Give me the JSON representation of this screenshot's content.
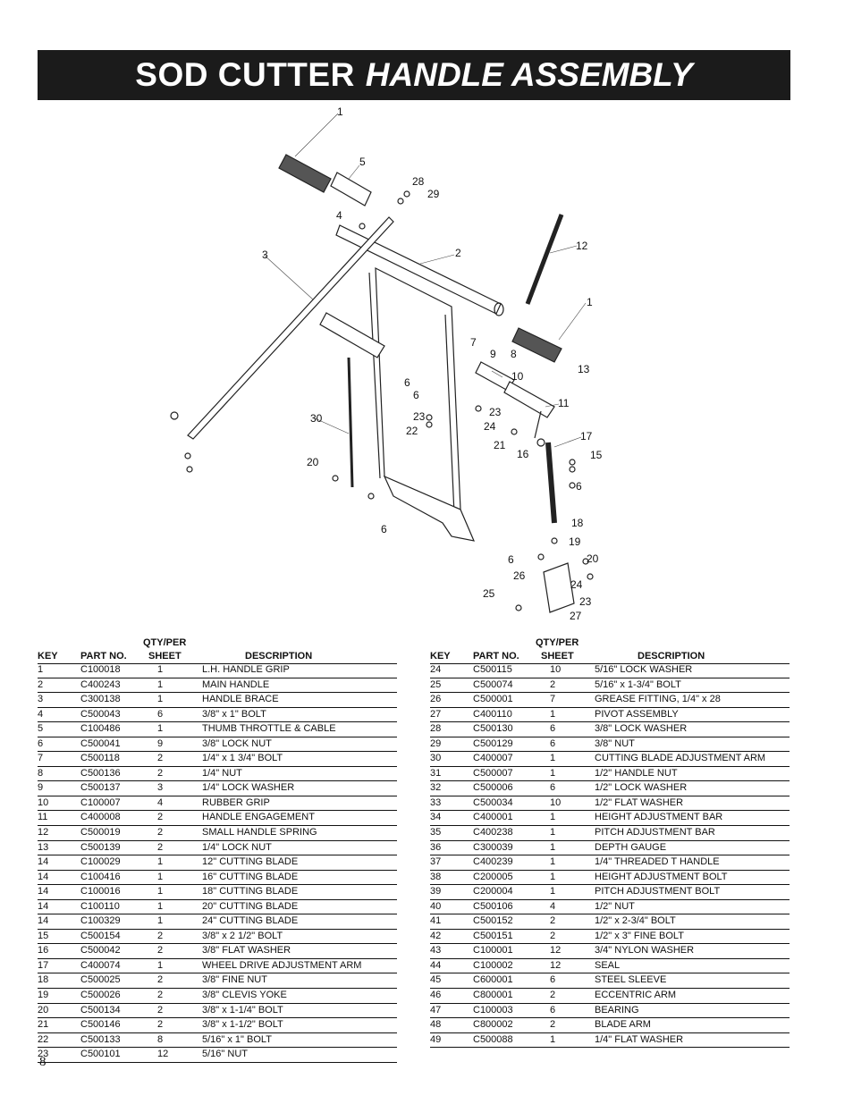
{
  "header": {
    "title_bold": "SOD CUTTER",
    "title_italic": "HANDLE ASSEMBLY"
  },
  "diagram": {
    "callouts": [
      "1",
      "5",
      "28",
      "29",
      "4",
      "3",
      "2",
      "12",
      "1",
      "7",
      "9",
      "8",
      "13",
      "10",
      "6",
      "6",
      "11",
      "30",
      "23",
      "23",
      "22",
      "24",
      "21",
      "16",
      "17",
      "15",
      "20",
      "6",
      "6",
      "18",
      "19",
      "6",
      "20",
      "26",
      "24",
      "23",
      "25",
      "27"
    ]
  },
  "table_headers": {
    "qty_line1": "QTY/PER",
    "key": "KEY",
    "part": "PART NO.",
    "sheet": "SHEET",
    "desc": "DESCRIPTION"
  },
  "parts_left": [
    {
      "key": "1",
      "part": "C100018",
      "qty": "1",
      "desc": "L.H. HANDLE GRIP"
    },
    {
      "key": "2",
      "part": "C400243",
      "qty": "1",
      "desc": "MAIN HANDLE"
    },
    {
      "key": "3",
      "part": "C300138",
      "qty": "1",
      "desc": "HANDLE BRACE"
    },
    {
      "key": "4",
      "part": "C500043",
      "qty": "6",
      "desc": "3/8\" x 1\" BOLT"
    },
    {
      "key": "5",
      "part": "C100486",
      "qty": "1",
      "desc": "THUMB THROTTLE & CABLE"
    },
    {
      "key": "6",
      "part": "C500041",
      "qty": "9",
      "desc": "3/8\" LOCK NUT"
    },
    {
      "key": "7",
      "part": "C500118",
      "qty": "2",
      "desc": "1/4\" x 1 3/4\" BOLT"
    },
    {
      "key": "8",
      "part": "C500136",
      "qty": "2",
      "desc": "1/4\" NUT"
    },
    {
      "key": "9",
      "part": "C500137",
      "qty": "3",
      "desc": "1/4\" LOCK WASHER"
    },
    {
      "key": "10",
      "part": "C100007",
      "qty": "4",
      "desc": "RUBBER GRIP"
    },
    {
      "key": "11",
      "part": "C400008",
      "qty": "2",
      "desc": "HANDLE ENGAGEMENT"
    },
    {
      "key": "12",
      "part": "C500019",
      "qty": "2",
      "desc": "SMALL HANDLE SPRING"
    },
    {
      "key": "13",
      "part": "C500139",
      "qty": "2",
      "desc": "1/4\" LOCK NUT"
    },
    {
      "key": "14",
      "part": "C100029",
      "qty": "1",
      "desc": "12\" CUTTING BLADE"
    },
    {
      "key": "14",
      "part": "C100416",
      "qty": "1",
      "desc": "16\" CUTTING BLADE"
    },
    {
      "key": "14",
      "part": "C100016",
      "qty": "1",
      "desc": "18\" CUTTING BLADE"
    },
    {
      "key": "14",
      "part": "C100110",
      "qty": "1",
      "desc": "20\" CUTTING BLADE"
    },
    {
      "key": "14",
      "part": "C100329",
      "qty": "1",
      "desc": "24\" CUTTING BLADE"
    },
    {
      "key": "15",
      "part": "C500154",
      "qty": "2",
      "desc": "3/8\" x 2 1/2\" BOLT"
    },
    {
      "key": "16",
      "part": "C500042",
      "qty": "2",
      "desc": "3/8\" FLAT WASHER"
    },
    {
      "key": "17",
      "part": "C400074",
      "qty": "1",
      "desc": "WHEEL DRIVE ADJUSTMENT ARM"
    },
    {
      "key": "18",
      "part": "C500025",
      "qty": "2",
      "desc": "3/8\" FINE NUT"
    },
    {
      "key": "19",
      "part": "C500026",
      "qty": "2",
      "desc": "3/8\" CLEVIS YOKE"
    },
    {
      "key": "20",
      "part": "C500134",
      "qty": "2",
      "desc": "3/8\" x 1-1/4\" BOLT"
    },
    {
      "key": "21",
      "part": "C500146",
      "qty": "2",
      "desc": "3/8\" x 1-1/2\" BOLT"
    },
    {
      "key": "22",
      "part": "C500133",
      "qty": "8",
      "desc": "5/16\" x 1\" BOLT"
    },
    {
      "key": "23",
      "part": "C500101",
      "qty": "12",
      "desc": "5/16\" NUT"
    }
  ],
  "parts_right": [
    {
      "key": "24",
      "part": "C500115",
      "qty": "10",
      "desc": "5/16\" LOCK WASHER"
    },
    {
      "key": "25",
      "part": "C500074",
      "qty": "2",
      "desc": "5/16\" x 1-3/4\" BOLT"
    },
    {
      "key": "26",
      "part": "C500001",
      "qty": "7",
      "desc": "GREASE FITTING, 1/4\" x 28"
    },
    {
      "key": "27",
      "part": "C400110",
      "qty": "1",
      "desc": "PIVOT ASSEMBLY"
    },
    {
      "key": "28",
      "part": "C500130",
      "qty": "6",
      "desc": "3/8\" LOCK WASHER"
    },
    {
      "key": "29",
      "part": "C500129",
      "qty": "6",
      "desc": "3/8\" NUT"
    },
    {
      "key": "30",
      "part": "C400007",
      "qty": "1",
      "desc": "CUTTING BLADE ADJUSTMENT ARM"
    },
    {
      "key": "31",
      "part": "C500007",
      "qty": "1",
      "desc": "1/2\" HANDLE NUT"
    },
    {
      "key": "32",
      "part": "C500006",
      "qty": "6",
      "desc": "1/2\" LOCK WASHER"
    },
    {
      "key": "33",
      "part": "C500034",
      "qty": "10",
      "desc": "1/2\" FLAT WASHER"
    },
    {
      "key": "34",
      "part": "C400001",
      "qty": "1",
      "desc": "HEIGHT ADJUSTMENT BAR"
    },
    {
      "key": "35",
      "part": "C400238",
      "qty": "1",
      "desc": "PITCH ADJUSTMENT BAR"
    },
    {
      "key": "36",
      "part": "C300039",
      "qty": "1",
      "desc": "DEPTH GAUGE"
    },
    {
      "key": "37",
      "part": "C400239",
      "qty": "1",
      "desc": "1/4\" THREADED T HANDLE"
    },
    {
      "key": "38",
      "part": "C200005",
      "qty": "1",
      "desc": "HEIGHT ADJUSTMENT BOLT"
    },
    {
      "key": "39",
      "part": "C200004",
      "qty": "1",
      "desc": "PITCH ADJUSTMENT BOLT"
    },
    {
      "key": "40",
      "part": "C500106",
      "qty": "4",
      "desc": "1/2\" NUT"
    },
    {
      "key": "41",
      "part": "C500152",
      "qty": "2",
      "desc": "1/2\" x 2-3/4\" BOLT"
    },
    {
      "key": "42",
      "part": "C500151",
      "qty": "2",
      "desc": "1/2\" x 3\" FINE BOLT"
    },
    {
      "key": "43",
      "part": "C100001",
      "qty": "12",
      "desc": "3/4\" NYLON WASHER"
    },
    {
      "key": "44",
      "part": "C100002",
      "qty": "12",
      "desc": "SEAL"
    },
    {
      "key": "45",
      "part": "C600001",
      "qty": "6",
      "desc": "STEEL SLEEVE"
    },
    {
      "key": "46",
      "part": "C800001",
      "qty": "2",
      "desc": "ECCENTRIC ARM"
    },
    {
      "key": "47",
      "part": "C100003",
      "qty": "6",
      "desc": "BEARING"
    },
    {
      "key": "48",
      "part": "C800002",
      "qty": "2",
      "desc": "BLADE ARM"
    },
    {
      "key": "49",
      "part": "C500088",
      "qty": "1",
      "desc": "1/4\" FLAT WASHER"
    }
  ],
  "footer": {
    "page_number": "8"
  }
}
